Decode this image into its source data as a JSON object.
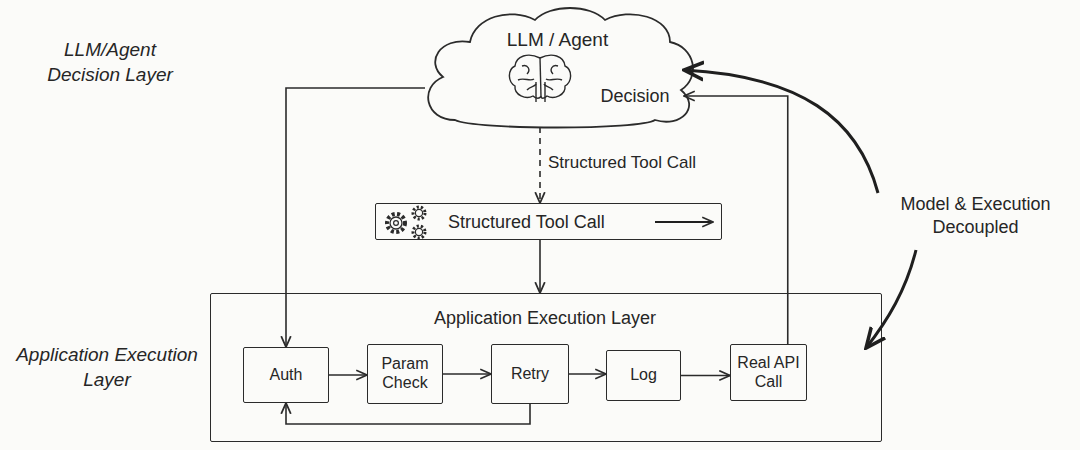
{
  "diagram": {
    "nodes": [
      {
        "text": [
          "LLM / Agent",
          "Decision"
        ]
      },
      {
        "text": [
          "Structured Tool Call"
        ]
      },
      {
        "text": [
          "Application Execution Layer"
        ]
      },
      {
        "text": [
          "Auth"
        ],
        "in": 2
      },
      {
        "text": [
          "Param Check"
        ],
        "in": 2
      },
      {
        "text": [
          "Retry"
        ],
        "in": 2
      },
      {
        "text": [
          "Log"
        ],
        "in": 2
      },
      {
        "text": [
          "Real API Call"
        ],
        "in": 2
      }
    ],
    "edges": [
      {
        "from": 0,
        "to": 1,
        "arrow": "to",
        "label": "Structured Tool Call"
      },
      {
        "from": 1,
        "to": 2,
        "arrow": "to"
      },
      {
        "from": 0,
        "to": 3,
        "arrow": "to"
      },
      {
        "from": 3,
        "to": 4,
        "arrow": "to"
      },
      {
        "from": 4,
        "to": 5,
        "arrow": "to"
      },
      {
        "from": 5,
        "to": 6,
        "arrow": "to"
      },
      {
        "from": 6,
        "to": 7,
        "arrow": "to"
      },
      {
        "from": 5,
        "to": 3,
        "arrow": "to"
      },
      {
        "from": 7,
        "to": 0,
        "arrow": "to"
      }
    ],
    "labels": [
      "LLM/Agent Decision Layer",
      "Model & Execution Decoupled",
      "Application Execution Layer"
    ]
  }
}
